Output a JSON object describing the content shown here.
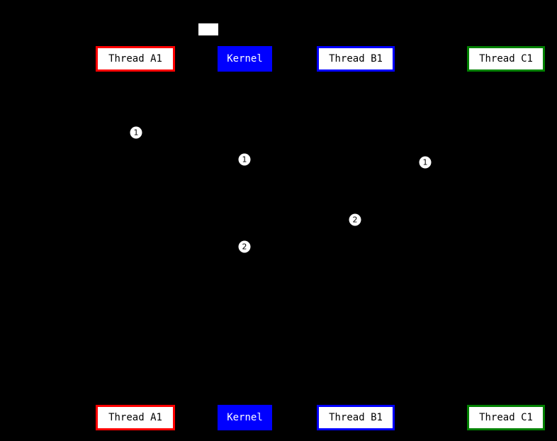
{
  "diagram": {
    "type": "sequence-diagram",
    "background_color": "#000000",
    "activation_bar_color": "#ffffff",
    "lifelines": [
      {
        "label": "Thread A1",
        "border_color": "#ff0000",
        "fill_color": "#ffffff",
        "text_color": "#000000"
      },
      {
        "label": "Kernel",
        "border_color": "#0000ff",
        "fill_color": "#0000ff",
        "text_color": "#ffffff"
      },
      {
        "label": "Thread B1",
        "border_color": "#0000ff",
        "fill_color": "#ffffff",
        "text_color": "#000000"
      },
      {
        "label": "Thread C1",
        "border_color": "#008000",
        "fill_color": "#ffffff",
        "text_color": "#000000"
      }
    ],
    "step_markers": [
      {
        "label": "1"
      },
      {
        "label": "1"
      },
      {
        "label": "1"
      },
      {
        "label": "2"
      },
      {
        "label": "2"
      }
    ]
  }
}
